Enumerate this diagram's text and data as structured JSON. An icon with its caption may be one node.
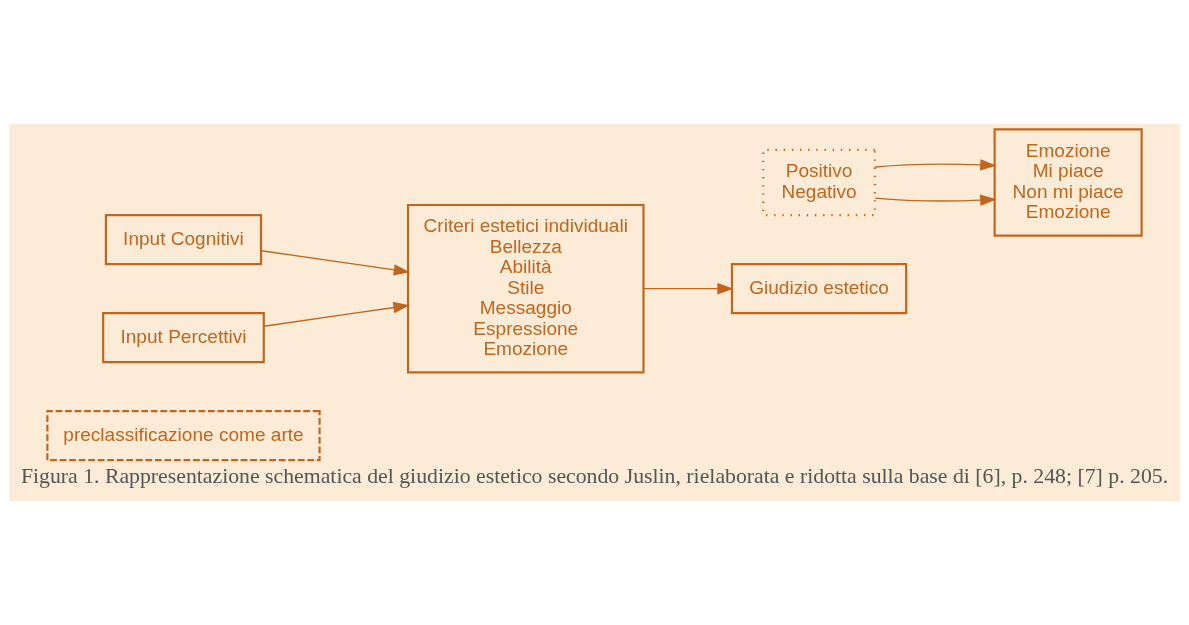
{
  "diagram": {
    "caption": "Figura 1. Rappresentazione schematica del giudizio estetico secondo Juslin, rielaborata e ridotta sulla base di [6], p. 248; [7] p. 205.",
    "nodes": [
      {
        "text": [
          "preclassificazione come arte"
        ]
      },
      {
        "text": [
          "Input Cognitivi"
        ]
      },
      {
        "text": [
          "Input Percettivi"
        ]
      },
      {
        "text": [
          "Criteri estetici individuali",
          "Bellezza",
          "Abilità",
          "Stile",
          "Messaggio",
          "Espressione",
          "Emozione"
        ]
      },
      {
        "text": [
          "Giudizio estetico"
        ]
      },
      {
        "text": [
          "Positivo",
          "Negativo"
        ]
      },
      {
        "text": [
          "Emozione",
          "Mi piace",
          "Non mi piace",
          "Emozione"
        ]
      }
    ],
    "edges": [
      {
        "from": 1,
        "to": 3,
        "arrow": "to"
      },
      {
        "from": 2,
        "to": 3,
        "arrow": "to"
      },
      {
        "from": 3,
        "to": 4,
        "arrow": "to"
      },
      {
        "from": 5,
        "to": 6,
        "arrow": "to"
      },
      {
        "from": 5,
        "to": 6,
        "arrow": "to"
      }
    ]
  }
}
